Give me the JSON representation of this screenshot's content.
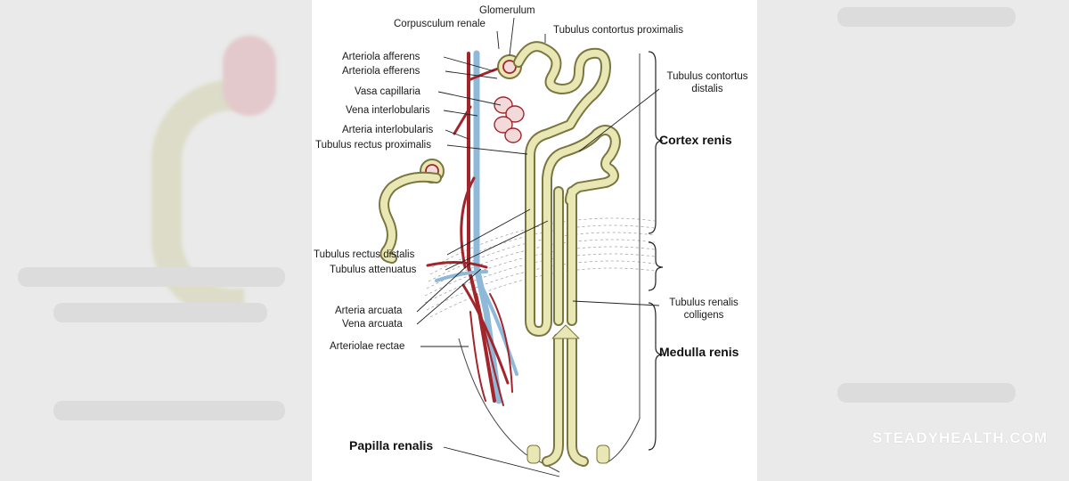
{
  "labels": {
    "glomerulum": "Glomerulum",
    "corpusculum_renale": "Corpusculum renale",
    "tubulus_contortus_proximalis": "Tubulus contortus proximalis",
    "arteriola_afferens": "Arteriola afferens",
    "arteriola_efferens": "Arteriola efferens",
    "vasa_capillaria": "Vasa capillaria",
    "vena_interlobularis": "Vena interlobularis",
    "arteria_interlobularis": "Arteria interlobularis",
    "tubulus_rectus_proximalis": "Tubulus rectus proximalis",
    "tubulus_contortus_distalis_1": "Tubulus contortus",
    "tubulus_contortus_distalis_2": "distalis",
    "cortex_renis": "Cortex renis",
    "tubulus_rectus_distalis": "Tubulus rectus distalis",
    "tubulus_attenuatus": "Tubulus attenuatus",
    "arteria_arcuata": "Arteria arcuata",
    "vena_arcuata": "Vena arcuata",
    "arteriolae_rectae": "Arteriolae rectae",
    "tubulus_renalis_colligens_1": "Tubulus renalis",
    "tubulus_renalis_colligens_2": "colligens",
    "medulla_renis": "Medulla renis",
    "papilla_renalis": "Papilla renalis"
  },
  "watermark": "STEADYHEALTH.COM",
  "colors": {
    "tubule_fill": "#e9e7b4",
    "tubule_stroke": "#7a7640",
    "artery": "#a3252c",
    "vein": "#8fb9d8",
    "line": "#222222"
  }
}
